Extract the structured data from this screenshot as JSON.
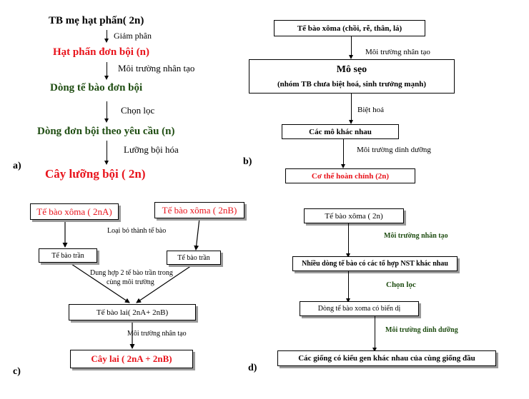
{
  "panel_a": {
    "label": "a)",
    "nodes": [
      "TB mẹ hạt phấn( 2n)",
      "Hạt phấn đơn bội (n)",
      "Dòng tế bào đơn bội",
      "Dòng đơn bội theo yêu cầu (n)",
      "Cây lưỡng bội ( 2n)"
    ],
    "steps": [
      "Giảm phân",
      "Môi trường nhân tạo",
      "Chọn lọc",
      "Lưỡng bội hóa"
    ]
  },
  "panel_b": {
    "label": "b)",
    "box1": "Tế bào xôma (chồi, rễ, thân, lá)",
    "step1": "Môi trường nhân tạo",
    "box2_title": "Mô sẹo",
    "box2_sub": "(nhóm TB chưa biệt hoá, sinh trưởng mạnh)",
    "step2": "Biệt hoá",
    "box3": "Các mô khác nhau",
    "step3": "Môi trường dinh dưỡng",
    "box4": "Cơ thể hoàn chỉnh (2n)"
  },
  "panel_c": {
    "label": "c)",
    "top_left": "Tế bào xôma ( 2nA)",
    "top_right": "Tế bào xôma ( 2nB)",
    "step1": "Loại bỏ thành tế bào",
    "mid_left": "Tế bào trần",
    "mid_right": "Tế bào trần",
    "step2_line1": "Dung hợp 2 tế bào trần trong",
    "step2_line2": "cùng môi trường",
    "hybrid": "Tế bào lai( 2nA+ 2nB)",
    "step3": "Môi trường nhân tạo",
    "final": "Cây lai ( 2nA + 2nB)"
  },
  "panel_d": {
    "label": "d)",
    "box1": "Tế bào xôma ( 2n)",
    "step1": "Môi trường nhân tạo",
    "box2": "Nhiều dòng tế bào có các tổ hợp NST khác nhau",
    "step2": "Chọn lọc",
    "box3": "Dòng tế bào xoma có biến dị",
    "step3": "Môi trường dinh dưỡng",
    "box4": "Các giống có kiểu gen khác nhau của cùng giống đầu"
  }
}
